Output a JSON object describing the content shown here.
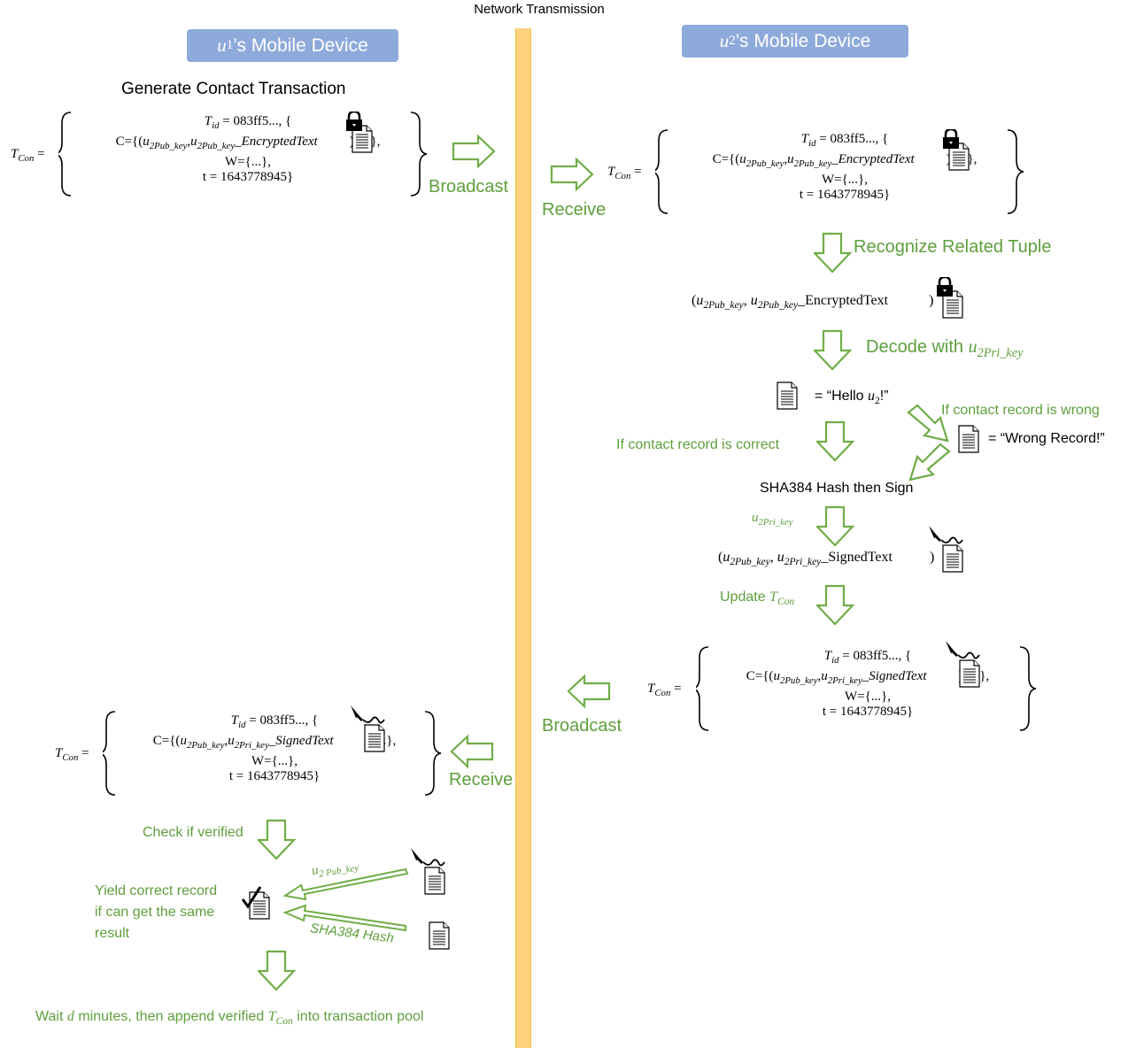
{
  "header": {
    "network_label": "Network Transmission"
  },
  "colors": {
    "network_bar": "#ffd27f",
    "network_bar_border": "#f4b942",
    "device_label_bg": "#8eaadb",
    "arrow_stroke": "#70ad47",
    "green_text": "#6aa84f"
  },
  "u1": {
    "device_user": "u",
    "device_user_sub": "1",
    "device_suffix": "’s Mobile Device",
    "generate_title": "Generate Contact Transaction",
    "broadcast_label": "Broadcast",
    "receive_label": "Receive",
    "check_label": "Check if verified",
    "yield_line1": "Yield correct record",
    "yield_line2": "if can get the same",
    "yield_line3": "result",
    "pubkey_base": "u",
    "pubkey_sub": "2 Pub_key",
    "sha_label": "SHA384 Hash",
    "wait_prefix": "Wait",
    "wait_var": "d",
    "wait_middle": "minutes, then append verified",
    "wait_tcon": "T",
    "wait_tcon_sub": "Con",
    "wait_suffix": "into transaction pool"
  },
  "u2": {
    "device_user": "u",
    "device_user_sub": "2",
    "device_suffix": "’s Mobile Device",
    "receive_label": "Receive",
    "recognize_label": "Recognize Related Tuple",
    "decode_label": "Decode with",
    "decode_key": "u",
    "decode_key_sub": "2Pri_key",
    "hello_text": "= “Hello",
    "hello_var": "u",
    "hello_sub": "2",
    "hello_end": "!”",
    "wrong_label": "If contact record is wrong",
    "correct_label": "If contact record is correct",
    "wrong_text": "= “Wrong Record!”",
    "sha_sign_label": "SHA384 Hash then Sign",
    "prikey_label": "u",
    "prikey_sub": "2Pri_key",
    "update_label": "Update",
    "update_var": "T",
    "update_sub": "Con",
    "broadcast_label": "Broadcast"
  },
  "tuples": {
    "encrypted": {
      "open": "(",
      "a": "u",
      "a_sub": "2Pub_key",
      "b": "u",
      "b_sub": "2Pub_key",
      "text": "EncryptedText",
      "close": ")"
    },
    "signed": {
      "open": "(",
      "a": "u",
      "a_sub": "2Pub_key",
      "b": "u",
      "b_sub": "2Pri_key",
      "text": "SignedText",
      "close": ")"
    }
  },
  "tx": {
    "lhs": "T",
    "lhs_sub": "Con",
    "eq": "=",
    "tid": "T",
    "tid_sub": "id",
    "tid_value": "= 083ff5..., {",
    "c_prefix": "C={(",
    "c_a": "u",
    "c_a_sub": "2Pub_key",
    "c_b": "u",
    "c_b_sub_pub": "2Pub_key",
    "c_b_sub_pri": "2Pri_key",
    "encrypted_word": "EncryptedText",
    "signed_word": "SignedText",
    "c_suffix": "), ...},",
    "w_line": "W={...},",
    "t_line": "t = 1643778945}"
  }
}
